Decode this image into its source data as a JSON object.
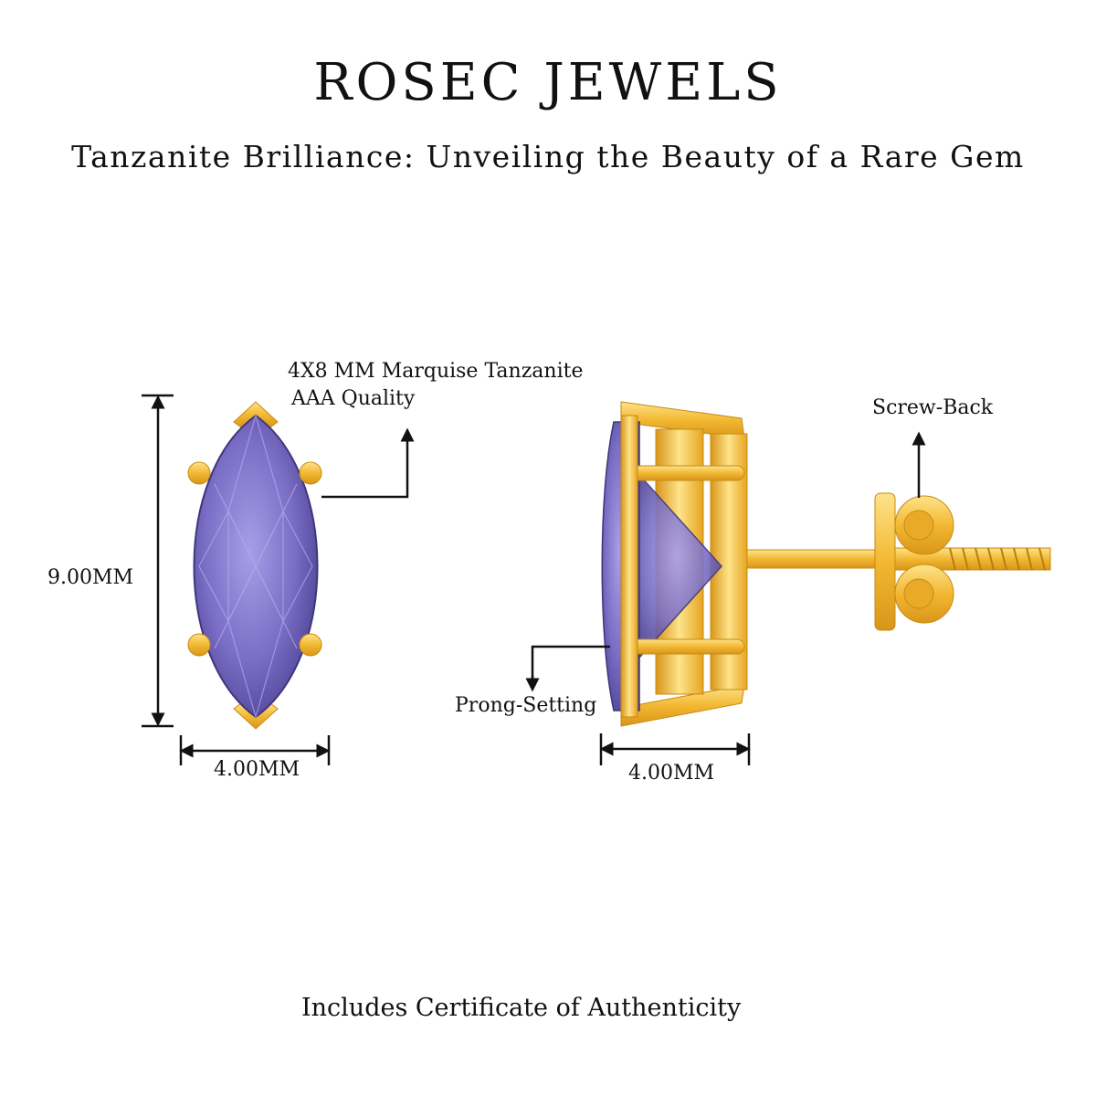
{
  "brand": "ROSEC JEWELS",
  "tagline": "Tanzanite Brilliance: Unveiling the Beauty of a Rare Gem",
  "front_view": {
    "stone_label_line1": "4X8 MM Marquise Tanzanite",
    "stone_label_line2": "AAA Quality",
    "height_label": "9.00MM",
    "width_label": "4.00MM"
  },
  "side_view": {
    "screw_back_label": "Screw-Back",
    "prong_setting_label": "Prong-Setting",
    "width_label": "4.00MM"
  },
  "footer": "Includes Certificate of Authenticity",
  "colors": {
    "gold": "#f2b832",
    "gold_dark": "#d9961a",
    "gold_light": "#fde38a",
    "tanzanite": "#7b6fc6",
    "tanzanite_dark": "#4f4597",
    "tanzanite_light": "#a89ee6"
  }
}
